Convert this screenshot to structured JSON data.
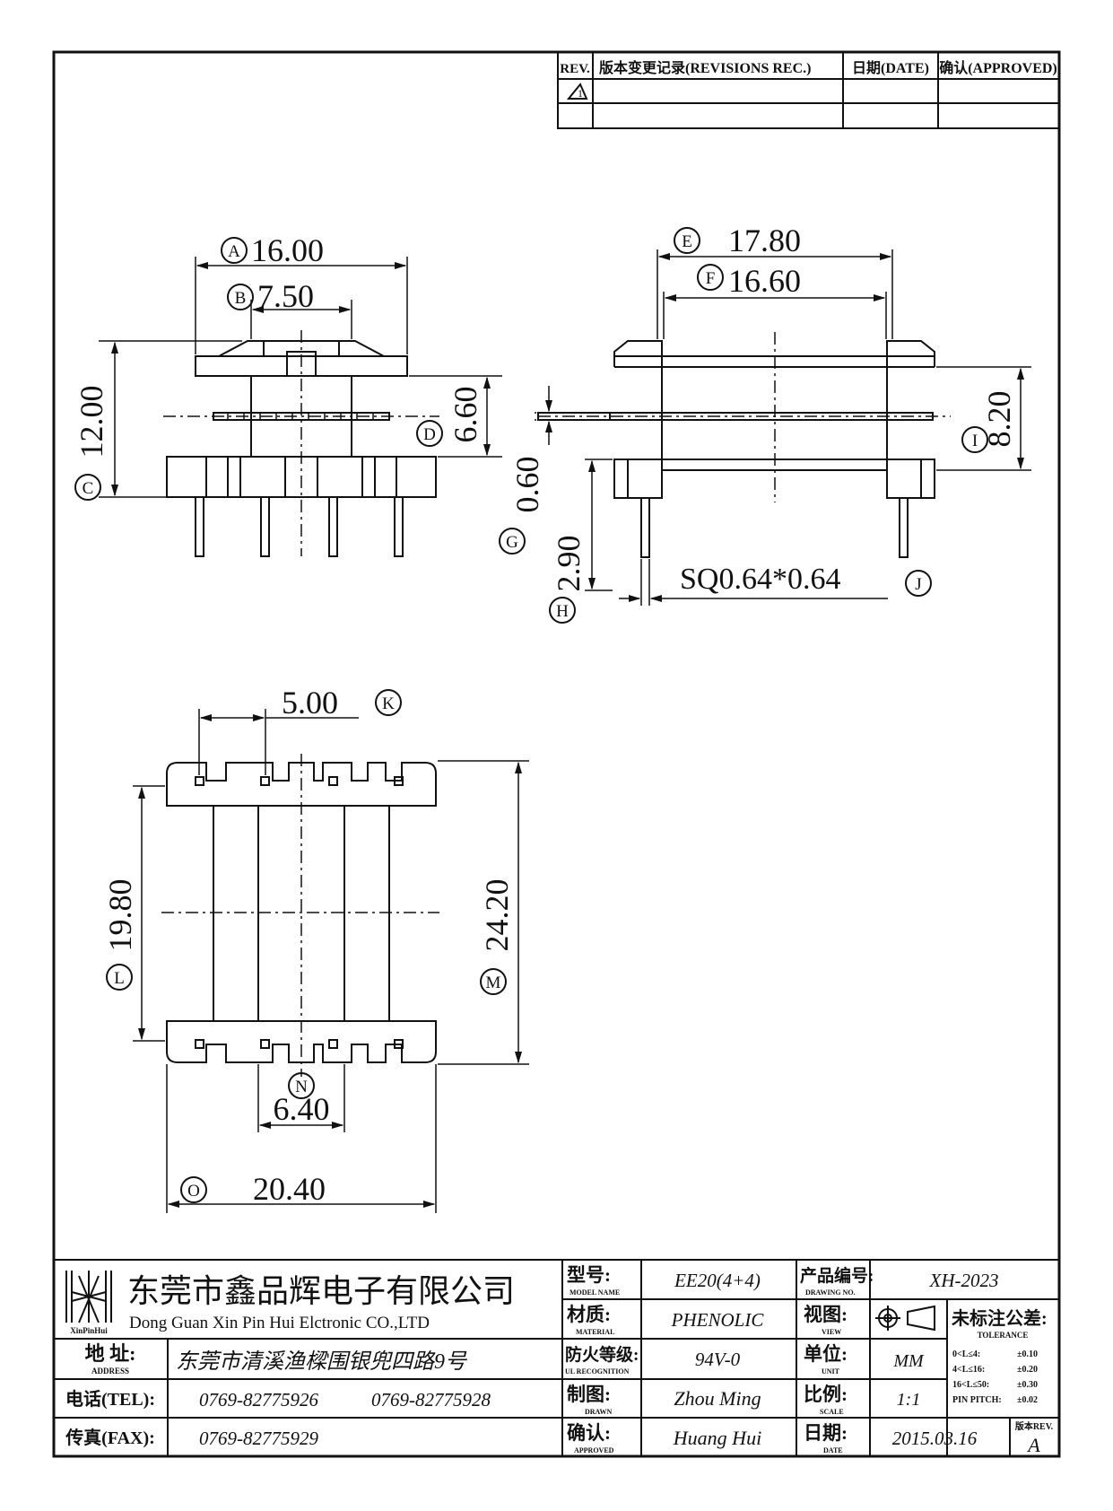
{
  "revision_block": {
    "header": {
      "rev": "REV.",
      "record": "版本变更记录(REVISIONS REC.)",
      "date": "日期(DATE)",
      "approved": "确认(APPROVED)"
    },
    "rows": [
      {
        "rev": "1",
        "record": "",
        "date": "",
        "approved": ""
      },
      {
        "rev": "",
        "record": "",
        "date": "",
        "approved": ""
      }
    ]
  },
  "dimensions": {
    "A": {
      "letter": "A",
      "value": "16.00"
    },
    "B": {
      "letter": "B",
      "value": "7.50"
    },
    "C": {
      "letter": "C",
      "value": "12.00"
    },
    "D": {
      "letter": "D",
      "value": "6.60"
    },
    "E": {
      "letter": "E",
      "value": "17.80"
    },
    "F": {
      "letter": "F",
      "value": "16.60"
    },
    "G": {
      "letter": "G",
      "value": "0.60"
    },
    "H": {
      "letter": "H",
      "value": "2.90"
    },
    "I": {
      "letter": "I",
      "value": "8.20"
    },
    "J": {
      "letter": "J",
      "value": "SQ0.64*0.64"
    },
    "K": {
      "letter": "K",
      "value": "5.00"
    },
    "L": {
      "letter": "L",
      "value": "19.80"
    },
    "M": {
      "letter": "M",
      "value": "24.20"
    },
    "N": {
      "letter": "N",
      "value": "6.40"
    },
    "O": {
      "letter": "O",
      "value": "20.40"
    }
  },
  "title_block": {
    "logo_text": "XinPinHui",
    "company_cn": "东莞市鑫品辉电子有限公司",
    "company_en": "Dong Guan Xin Pin Hui Elctronic CO.,LTD",
    "address_label": "地  址:",
    "address_label_en": "ADDRESS",
    "address": "东莞市清溪渔樑围银兜四路9号",
    "tel_label": "电话(TEL):",
    "tel1": "0769-82775926",
    "tel2": "0769-82775928",
    "fax_label": "传真(FAX):",
    "fax": "0769-82775929",
    "model_label": "型号:",
    "model_label_en": "MODEL NAME",
    "model": "EE20(4+4)",
    "material_label": "材质:",
    "material_label_en": "MATERIAL",
    "material": "PHENOLIC",
    "flame_label": "防火等级:",
    "flame_label_en": "UL RECOGNITION",
    "flame": "94V-0",
    "drawn_label": "制图:",
    "drawn_label_en": "DRAWN",
    "drawn": "Zhou Ming",
    "approved_label": "确认:",
    "approved_label_en": "APPROVED",
    "approved": "Huang Hui",
    "drawing_no_label": "产品编号:",
    "drawing_no_label_en": "DRAWING NO.",
    "drawing_no": "XH-2023",
    "view_label": "视图:",
    "view_label_en": "VIEW",
    "unit_label": "单位:",
    "unit_label_en": "UNIT",
    "unit": "MM",
    "scale_label": "比例:",
    "scale_label_en": "SCALE",
    "scale": "1:1",
    "date_label": "日期:",
    "date_label_en": "DATE",
    "date": "2015.03.16",
    "tolerance_title": "未标注公差:",
    "tolerance_title_en": "TOLERANCE",
    "tolerances": [
      {
        "range": "0<L≤4:",
        "value": "±0.10"
      },
      {
        "range": "4<L≤16:",
        "value": "±0.20"
      },
      {
        "range": "16<L≤50:",
        "value": "±0.30"
      },
      {
        "range": "PIN PITCH:",
        "value": "±0.02"
      }
    ],
    "rev_label": "版本REV.",
    "rev": "A"
  }
}
